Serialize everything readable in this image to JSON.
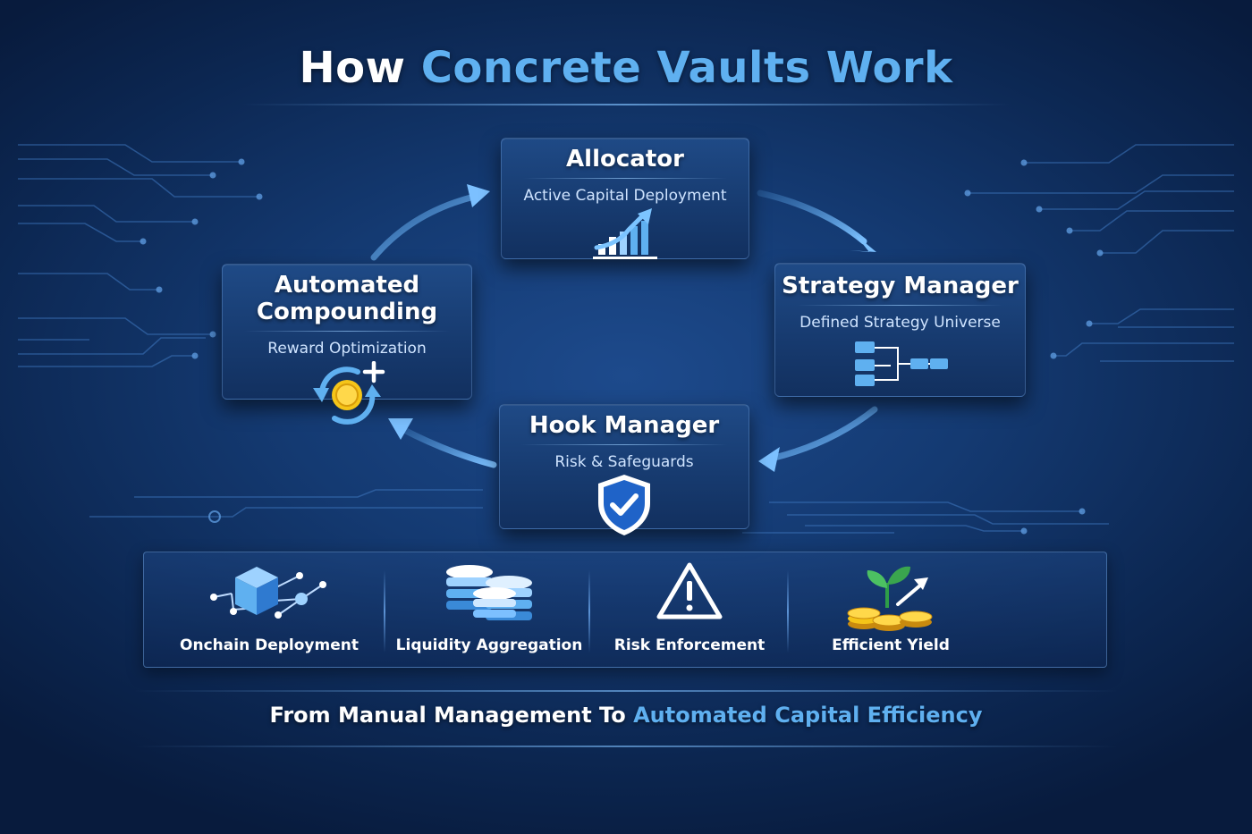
{
  "title": {
    "part1": "How",
    "part2": "Concrete Vaults Work"
  },
  "cards": {
    "allocator": {
      "name": "Allocator",
      "subtitle": "Active Capital Deployment",
      "icon": "growth-chart-icon"
    },
    "strategy_manager": {
      "name": "Strategy Manager",
      "subtitle": "Defined Strategy Universe",
      "icon": "flowchart-icon"
    },
    "hook_manager": {
      "name": "Hook Manager",
      "subtitle": "Risk & Safeguards",
      "icon": "shield-check-icon"
    },
    "automated_compounding": {
      "name_line1": "Automated",
      "name_line2": "Compounding",
      "subtitle": "Reward Optimization",
      "icon": "coin-refresh-icon"
    }
  },
  "features": [
    {
      "label": "Onchain Deployment",
      "icon": "network-cube-icon"
    },
    {
      "label": "Liquidity Aggregation",
      "icon": "database-stack-icon"
    },
    {
      "label": "Risk Enforcement",
      "icon": "warning-triangle-icon"
    },
    {
      "label": "Efficient Yield",
      "icon": "plant-coins-icon"
    }
  ],
  "tagline": {
    "part1": "From Manual Management To",
    "part2": "Automated Capital Efficiency"
  },
  "colors": {
    "accent": "#5fb0f0",
    "background": "#143a72",
    "card": "#1a4178",
    "coin": "#f5c518"
  }
}
